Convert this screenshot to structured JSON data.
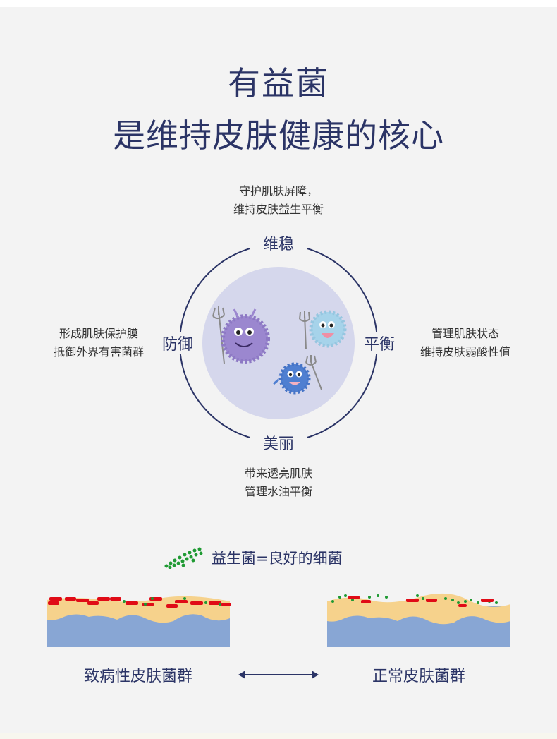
{
  "heading": {
    "line1": "有益菌",
    "line2": "是维持皮肤健康的核心"
  },
  "wheel": {
    "top": {
      "label": "维稳",
      "caption_line1": "守护肌肤屏障，",
      "caption_line2": "维持皮肤益生平衡"
    },
    "left": {
      "label": "防御",
      "caption_line1": "形成肌肤保护膜",
      "caption_line2": "抵御外界有害菌群"
    },
    "right": {
      "label": "平衡",
      "caption_line1": "管理肌肤状态",
      "caption_line2": "维持皮肤弱酸性值"
    },
    "bottom": {
      "label": "美丽",
      "caption_line1": "带来透亮肌肤",
      "caption_line2": "管理水油平衡"
    }
  },
  "legend": {
    "label": "益生菌=良好的细菌",
    "icon": "green-dots-icon"
  },
  "comparison": {
    "left_label": "致病性皮肤菌群",
    "right_label": "正常皮肤菌群"
  },
  "colors": {
    "navy": "#2b3466",
    "circle_fill": "#d5d7ec",
    "skin_blue": "#88a6d4",
    "skin_fat": "#f6d28c",
    "bad_bacteria": "#e00b16",
    "good_bacteria": "#1f9a33"
  }
}
